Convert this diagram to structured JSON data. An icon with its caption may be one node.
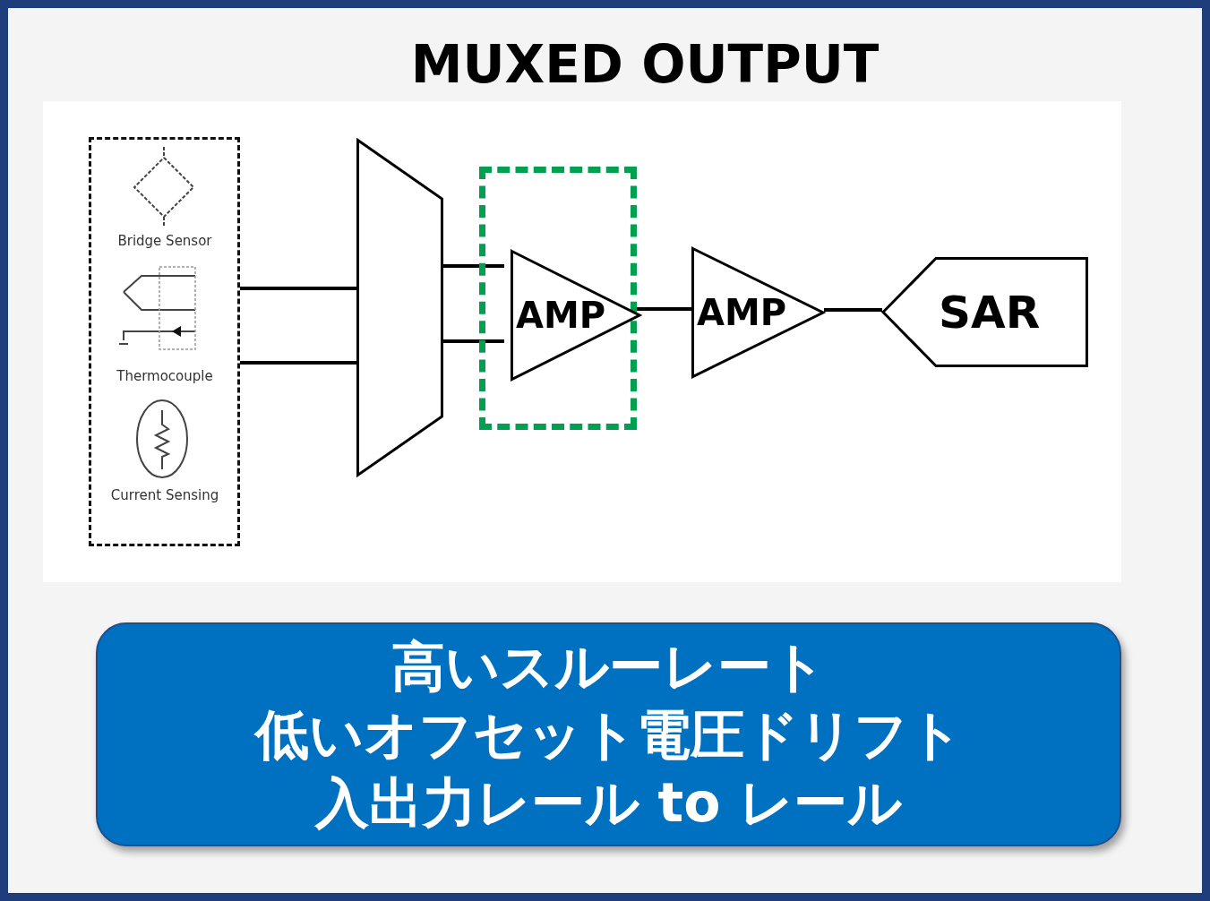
{
  "diagram": {
    "title": "MUXED OUTPUT",
    "nodes": [
      {
        "text": [],
        "shape": "box"
      },
      {
        "text": [],
        "shape": "trapezoid"
      },
      {
        "text": [],
        "shape": "box"
      },
      {
        "text": [
          "AMP"
        ],
        "in": 2
      },
      {
        "text": [
          "AMP"
        ]
      },
      {
        "text": [
          "SAR"
        ]
      },
      {
        "text": [
          "高いスルーレート",
          "低いオフセット電圧ドリフト",
          "入出力レール to レール"
        ]
      }
    ],
    "edges": [
      {
        "from": 0,
        "to": 1,
        "arrow": "none"
      },
      {
        "from": 0,
        "to": 1,
        "arrow": "none"
      },
      {
        "from": 1,
        "to": 3,
        "arrow": "none"
      },
      {
        "from": 1,
        "to": 3,
        "arrow": "none"
      },
      {
        "from": 3,
        "to": 4,
        "arrow": "none"
      },
      {
        "from": 4,
        "to": 5,
        "arrow": "none"
      }
    ],
    "labels": [
      "Bridge Sensor",
      "Thermocouple",
      "Current Sensing"
    ]
  }
}
